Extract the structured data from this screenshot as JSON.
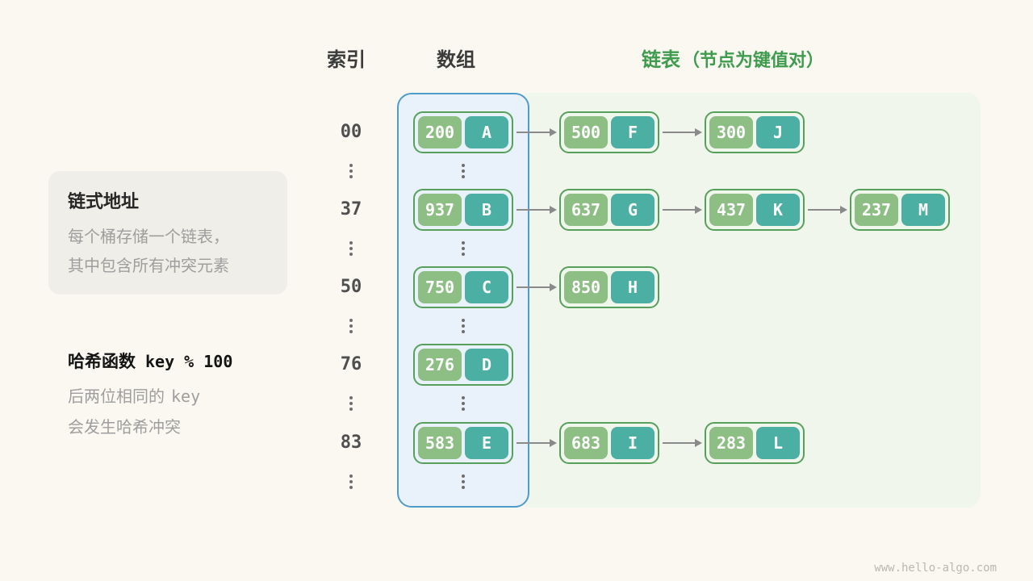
{
  "page": {
    "watermark": "www.hello-algo.com"
  },
  "headers": {
    "index": "索引",
    "array": "数组",
    "list": "链表",
    "list_note": "（节点为键值对）"
  },
  "note_box": {
    "title": "链式地址",
    "line1": "每个桶存储一个链表，",
    "line2": "其中包含所有冲突元素"
  },
  "hash_block": {
    "label": "哈希函数",
    "code": "key % 100",
    "note1_text": "后两位相同的",
    "note1_code": "key",
    "note2": "会发生哈希冲突"
  },
  "buckets": [
    {
      "index": "00",
      "nodes": [
        {
          "key": "200",
          "value": "A"
        },
        {
          "key": "500",
          "value": "F"
        },
        {
          "key": "300",
          "value": "J"
        }
      ]
    },
    {
      "index": "37",
      "nodes": [
        {
          "key": "937",
          "value": "B"
        },
        {
          "key": "637",
          "value": "G"
        },
        {
          "key": "437",
          "value": "K"
        },
        {
          "key": "237",
          "value": "M"
        }
      ]
    },
    {
      "index": "50",
      "nodes": [
        {
          "key": "750",
          "value": "C"
        },
        {
          "key": "850",
          "value": "H"
        }
      ]
    },
    {
      "index": "76",
      "nodes": [
        {
          "key": "276",
          "value": "D"
        }
      ]
    },
    {
      "index": "83",
      "nodes": [
        {
          "key": "583",
          "value": "E"
        },
        {
          "key": "683",
          "value": "I"
        },
        {
          "key": "283",
          "value": "L"
        }
      ]
    }
  ],
  "colors": {
    "accent-blue": "#4E9CCB",
    "array-panel-bg": "#E9F2FA",
    "list-panel-bg": "#F0F6EC",
    "node-border": "#57A05C",
    "key-pill": "#8DBE83",
    "value-pill": "#4BAFA4",
    "header-green": "#3F9B4E",
    "arrow-gray": "#8A8A8A",
    "page-bg": "#FAF8F0"
  }
}
